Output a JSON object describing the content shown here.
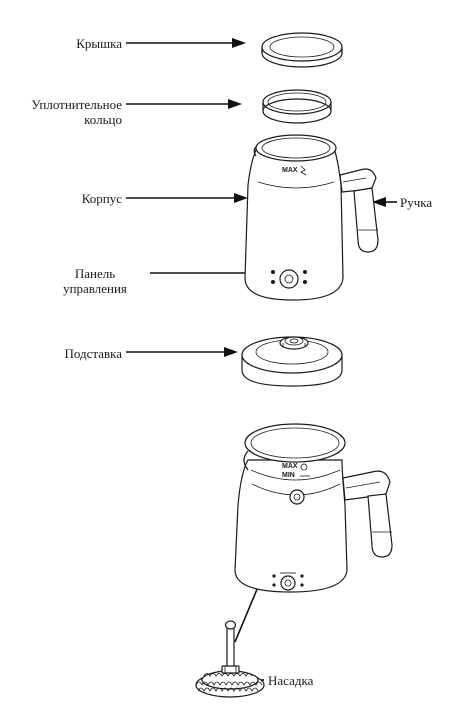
{
  "labels": {
    "lid": "Крышка",
    "seal_line1": "Уплотнительное",
    "seal_line2": "кольцо",
    "body": "Корпус",
    "handle": "Ручка",
    "panel_line1": "Панель",
    "panel_line2": "управления",
    "base": "Подставка",
    "whisk": "Насадка"
  },
  "markings": {
    "max": "MAX",
    "min": "MIN"
  }
}
